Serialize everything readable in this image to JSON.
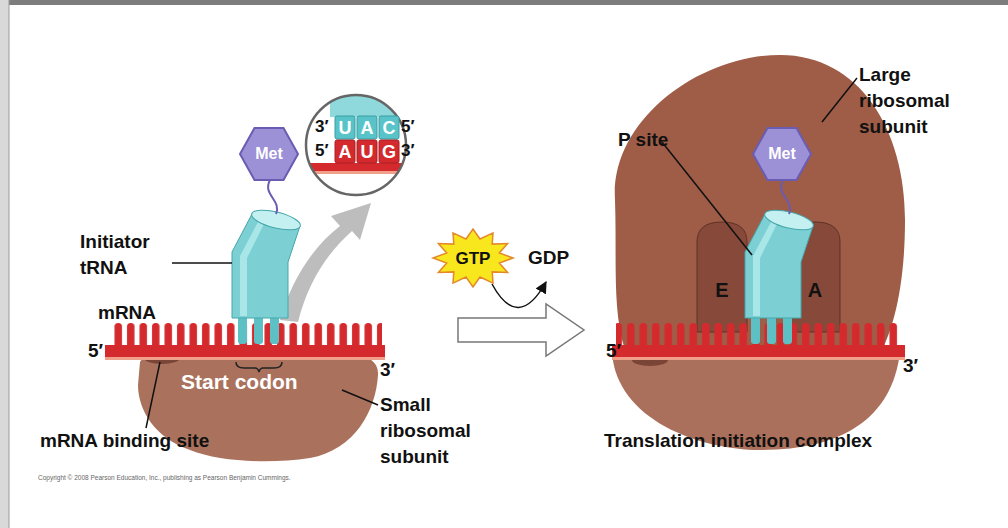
{
  "diagram": {
    "nodes": [
      {
        "text": [
          "Met"
        ]
      },
      {
        "text": [
          "3′",
          "5′",
          "5′",
          "3′"
        ]
      },
      {
        "text": [
          "U"
        ],
        "in": 1
      },
      {
        "text": [
          "A"
        ],
        "in": 1
      },
      {
        "text": [
          "C"
        ],
        "in": 1
      },
      {
        "text": [
          "A"
        ],
        "in": 1
      },
      {
        "text": [
          "U"
        ],
        "in": 1
      },
      {
        "text": [
          "G"
        ],
        "in": 1
      },
      {
        "text": [
          "Start codon"
        ]
      },
      {
        "text": [
          "GTP"
        ]
      },
      {
        "text": [
          "Met"
        ]
      },
      {
        "text": [
          "E"
        ]
      },
      {
        "text": [
          "A"
        ]
      }
    ],
    "labels": [
      "Initiator tRNA",
      "mRNA",
      "5′",
      "3′",
      "mRNA binding site",
      "Small ribosomal subunit",
      "GDP",
      "P site",
      "Large ribosomal subunit",
      "5′",
      "3′",
      "Translation initiation complex",
      "Copyright © 2008 Pearson Education, Inc., publishing as Pearson Benjamin Cummings."
    ]
  }
}
